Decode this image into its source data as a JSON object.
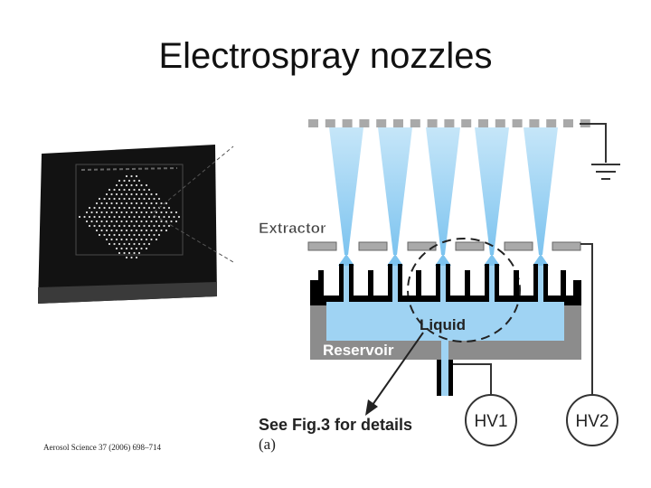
{
  "slide": {
    "title": "Electrospray nozzles",
    "citation": "Aerosol Science 37 (2006) 698–714"
  },
  "photo": {
    "description_icon": "nozzle-array-chip-photo"
  },
  "diagram": {
    "labels": {
      "extractor": "Extractor",
      "liquid": "Liquid",
      "reservoir": "Reservoir",
      "see_fig": "See Fig.3 for details",
      "panel": "(a)",
      "hv1": "HV1",
      "hv2": "HV2"
    },
    "colors": {
      "liquid": "#9fd3f3",
      "spray": "#bfe3f8",
      "electrode": "#a9a9a9",
      "substrate": "#000000",
      "reservoir": "#8c8c8c"
    }
  }
}
